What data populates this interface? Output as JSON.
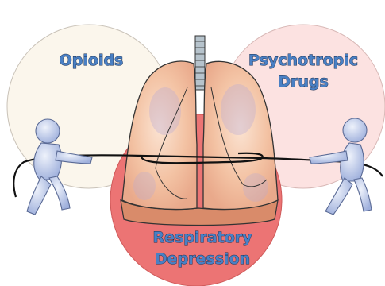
{
  "labels": {
    "opioids": "Opioids",
    "psychotropic_line1": "Psychotropic",
    "psychotropic_line2": "Drugs",
    "respiratory_line1": "Respiratory",
    "respiratory_line2": "Depression"
  },
  "colors": {
    "opioids_circle": "#fbf6ec",
    "psychotropic_circle": "#fce2e1",
    "respiratory_circle": "#ec7474",
    "lung_fill": "#f5c7a8",
    "lung_shadow": "#b7a9d4",
    "figure_fill": "#c9d4f0",
    "label_fill": "#4a80c4"
  },
  "icons": [
    "lungs-icon",
    "trachea-icon",
    "rope-icon",
    "person-left-icon",
    "person-right-icon"
  ]
}
